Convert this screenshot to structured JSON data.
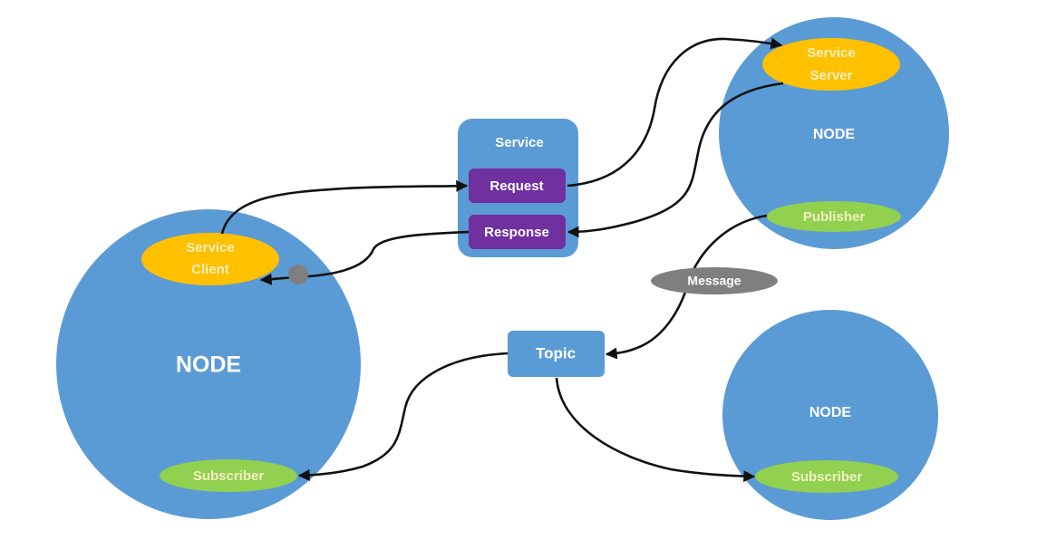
{
  "colors": {
    "node": "#5b9bd5",
    "service_box": "#5b9bd5",
    "service_item": "#7030a0",
    "client_server": "#ffc000",
    "pub_sub": "#92d050",
    "message": "#7f7f7f",
    "edge": "#111111"
  },
  "nodes": {
    "left": {
      "label": "NODE",
      "service_client": {
        "line1": "Service",
        "line2": "Client"
      },
      "subscriber": "Subscriber"
    },
    "top_right": {
      "label": "NODE",
      "service_server": {
        "line1": "Service",
        "line2": "Server"
      },
      "publisher": "Publisher"
    },
    "bottom_right": {
      "label": "NODE",
      "subscriber": "Subscriber"
    }
  },
  "service": {
    "title": "Service",
    "request": "Request",
    "response": "Response"
  },
  "topic": {
    "label": "Topic"
  },
  "message": {
    "label": "Message"
  },
  "edges": [
    {
      "from": "service-client",
      "to": "request"
    },
    {
      "from": "request",
      "to": "service-server"
    },
    {
      "from": "service-server",
      "to": "response"
    },
    {
      "from": "response",
      "to": "service-client"
    },
    {
      "from": "publisher",
      "to": "topic",
      "via": "message"
    },
    {
      "from": "topic",
      "to": "left-subscriber"
    },
    {
      "from": "topic",
      "to": "right-subscriber"
    }
  ]
}
